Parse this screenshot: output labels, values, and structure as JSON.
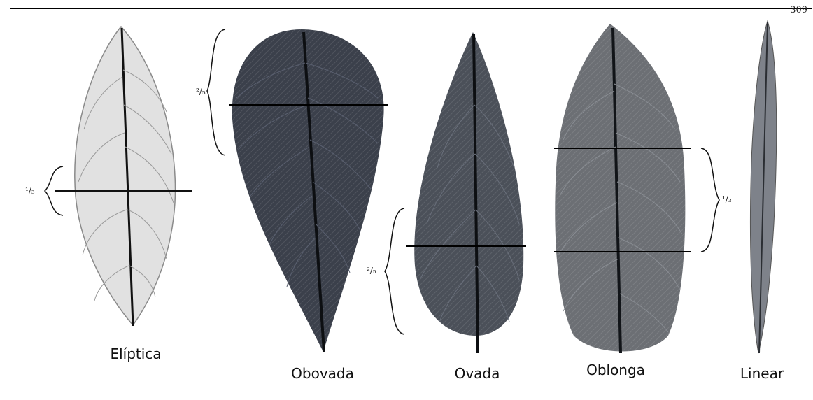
{
  "page_number": "309",
  "leaves": [
    {
      "id": "eliptica",
      "label": "Elíptica",
      "fraction": "¹/₃",
      "color": "#dcdcdc"
    },
    {
      "id": "obovada",
      "label": "Obovada",
      "fraction": "²/₅",
      "color": "#3a3f4a"
    },
    {
      "id": "ovada",
      "label": "Ovada",
      "fraction": "²/₅",
      "color": "#4a4f58"
    },
    {
      "id": "oblonga",
      "label": "Oblonga",
      "fraction": "¹/₃",
      "color": "#6a6d72"
    },
    {
      "id": "linear",
      "label": "Linear",
      "fraction": "",
      "color": "#7d8188"
    }
  ]
}
